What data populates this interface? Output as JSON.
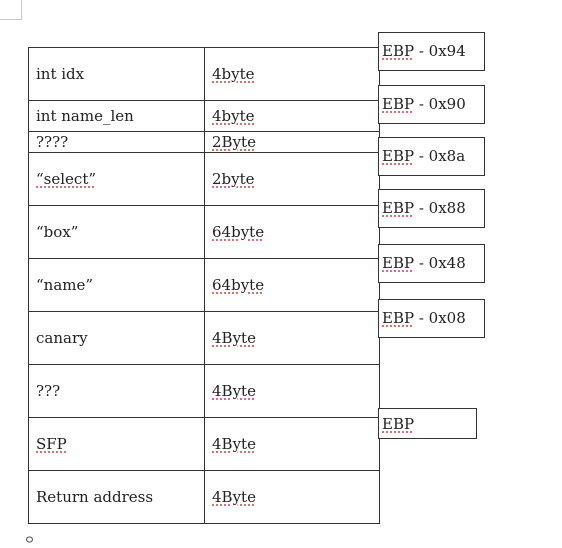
{
  "stack_rows": [
    {
      "name": "int idx",
      "size": "4byte"
    },
    {
      "name": "int name_len",
      "size": "4byte"
    },
    {
      "name": "????",
      "size": "2Byte"
    },
    {
      "name": "“select”",
      "size": "2byte"
    },
    {
      "name": "“box”",
      "size": "64byte"
    },
    {
      "name": "“name”",
      "size": "64byte"
    },
    {
      "name": "canary",
      "size": "4Byte"
    },
    {
      "name": "???",
      "size": "4Byte"
    },
    {
      "name": "SFP",
      "size": "4Byte"
    },
    {
      "name": "Return address",
      "size": "4Byte"
    }
  ],
  "offsets": [
    {
      "register": "EBP",
      "offset": " - 0x94"
    },
    {
      "register": "EBP",
      "offset": " - 0x90"
    },
    {
      "register": "EBP",
      "offset": " - 0x8a"
    },
    {
      "register": "EBP",
      "offset": " - 0x88"
    },
    {
      "register": "EBP",
      "offset": " - 0x48"
    },
    {
      "register": "EBP",
      "offset": " - 0x08"
    },
    {
      "register": "EBP",
      "offset": ""
    }
  ],
  "footer_mark": "ㅇ"
}
